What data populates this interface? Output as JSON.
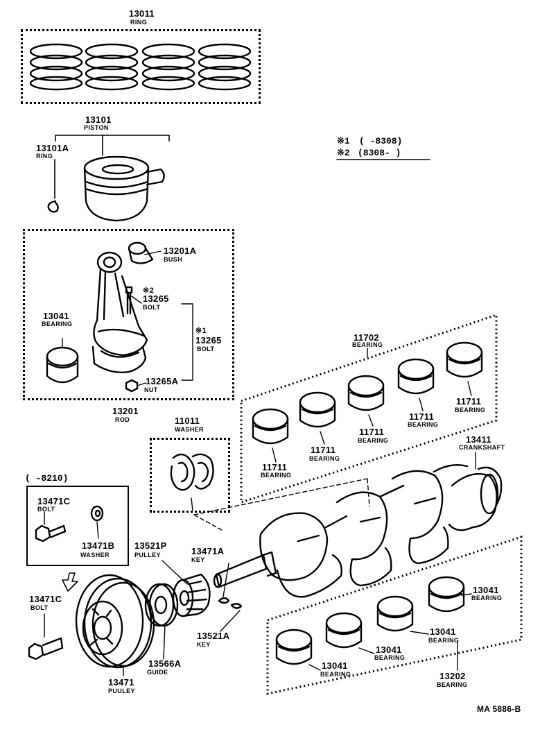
{
  "diagram_id": "MA 5886-B",
  "notes": {
    "mark1": "※1",
    "mark1_range": "(        -8308)",
    "mark2": "※2",
    "mark2_range": "(8308-          )"
  },
  "group_rings": {
    "number": "13011",
    "name": "RING"
  },
  "piston": {
    "number": "13101",
    "name": "PISTON"
  },
  "piston_ring": {
    "number": "13101A",
    "name": "RING"
  },
  "bush": {
    "number": "13201A",
    "name": "BUSH"
  },
  "bolt_mark2": {
    "mark": "※2",
    "number": "13265",
    "name": "BOLT"
  },
  "bolt_mark1": {
    "mark": "※1",
    "number": "13265",
    "name": "BOLT"
  },
  "nut": {
    "number": "13265A",
    "name": "NUT"
  },
  "rod_bearing": {
    "number": "13041",
    "name": "BEARING"
  },
  "rod": {
    "number": "13201",
    "name": "ROD"
  },
  "main_bearing_group": {
    "number": "11702",
    "name": "BEARING"
  },
  "main_bearings": [
    {
      "number": "11711",
      "name": "BEARING"
    },
    {
      "number": "11711",
      "name": "BEARING"
    },
    {
      "number": "11711",
      "name": "BEARING"
    },
    {
      "number": "11711",
      "name": "BEARING"
    },
    {
      "number": "11711",
      "name": "BEARING"
    }
  ],
  "washer_group": {
    "number": "11011",
    "name": "WASHER"
  },
  "crankshaft": {
    "number": "13411",
    "name": "CRANKSHAFT"
  },
  "early_kit": {
    "range": "(        -8210)",
    "bolt": {
      "number": "13471C",
      "name": "BOLT"
    },
    "washer": {
      "number": "13471B",
      "name": "WASHER"
    }
  },
  "pulley_bolt": {
    "number": "13471C",
    "name": "BOLT"
  },
  "crank_pulley": {
    "number": "13471",
    "name": "PUULEY"
  },
  "timing_pulley": {
    "number": "13521P",
    "name": "PULLEY"
  },
  "key_a": {
    "number": "13471A",
    "name": "KEY"
  },
  "key_b": {
    "number": "13521A",
    "name": "KEY"
  },
  "guide": {
    "number": "13566A",
    "name": "GUIDE"
  },
  "lower_bearing_group": {
    "number": "13202",
    "name": "BEARING"
  },
  "lower_bearings": [
    {
      "number": "13041",
      "name": "BEARING"
    },
    {
      "number": "13041",
      "name": "BEARING"
    },
    {
      "number": "13041",
      "name": "BEARING"
    },
    {
      "number": "13041",
      "name": "BEARING"
    }
  ]
}
